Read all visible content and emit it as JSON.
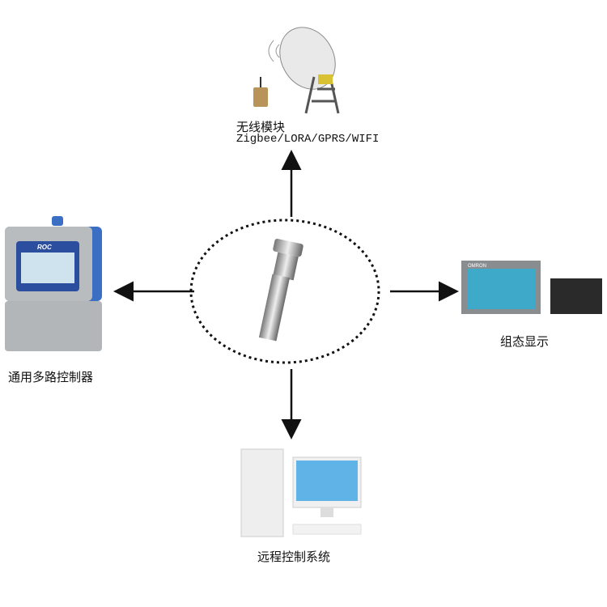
{
  "nodes": {
    "wireless": {
      "title": "无线模块",
      "subtitle": "Zigbee/LORA/GPRS/WIFI"
    },
    "controller": {
      "title": "通用多路控制器",
      "brand": "ROC"
    },
    "hmi": {
      "title": "组态显示"
    },
    "remote": {
      "title": "远程控制系统"
    }
  },
  "colors": {
    "arrow": "#111111",
    "controller_blue": "#3a6fc4",
    "screen_blue": "#5fb3e6",
    "hmi_screen": "#3fa9c9"
  }
}
